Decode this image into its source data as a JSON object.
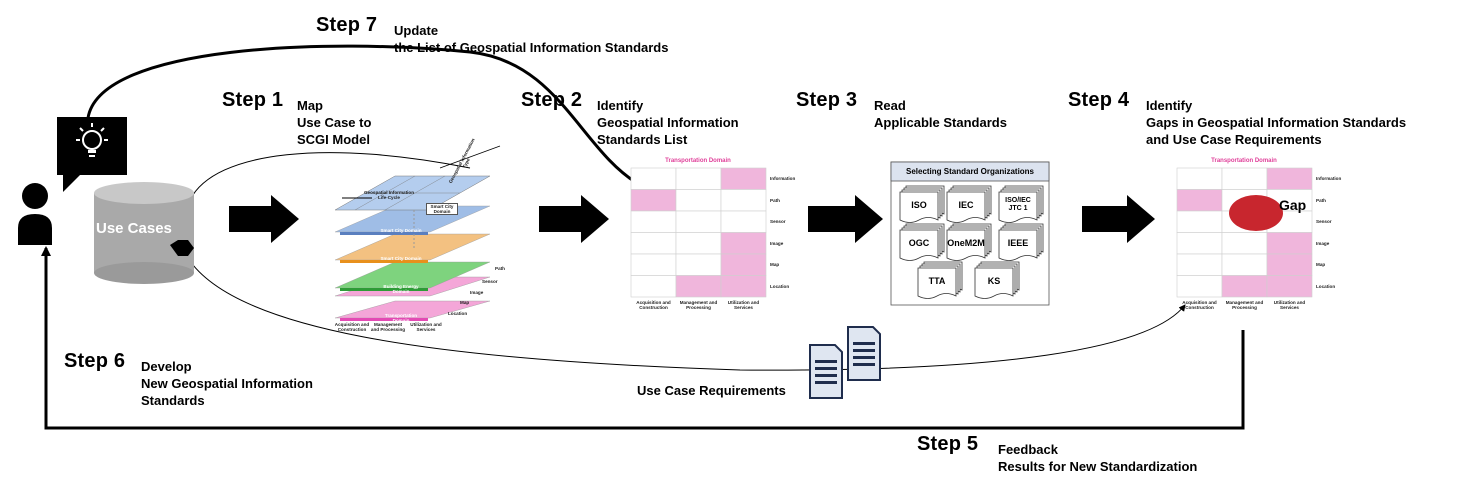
{
  "steps": [
    {
      "num": "Step 1",
      "lines": [
        "Map",
        "Use Case to",
        "SCGI Model"
      ]
    },
    {
      "num": "Step 2",
      "lines": [
        "Identify",
        "Geospatial Information",
        "Standards List"
      ]
    },
    {
      "num": "Step 3",
      "lines": [
        "Read",
        "Applicable Standards"
      ]
    },
    {
      "num": "Step 4",
      "lines": [
        "Identify",
        "Gaps in Geospatial Information Standards",
        "and Use Case Requirements"
      ]
    },
    {
      "num": "Step 5",
      "lines": [
        "Feedback",
        "Results for New Standardization"
      ]
    },
    {
      "num": "Step 6",
      "lines": [
        "Develop",
        "New Geospatial Information",
        "Standards"
      ]
    },
    {
      "num": "Step 7",
      "lines": [
        "Update",
        "the List of Geospatial Information Standards"
      ]
    }
  ],
  "use_cases_label": "Use Cases",
  "use_case_requirements_label": "Use Case Requirements",
  "gap_label": "Gap",
  "scgi_model": {
    "lifecycle_label": "Geospatial Information Life-Cycle",
    "smart_city_domain_label": "Smart City Domain",
    "info_type_label": "Geospatial Information Type",
    "layers": [
      "Smart City Domain",
      "Smart City Domain",
      "Smart City Domain",
      "Building Energy Domain",
      "Transportation Domain"
    ],
    "side_labels": [
      "Path",
      "Sensor",
      "Image",
      "Map",
      "Location"
    ],
    "bottom_labels": [
      "Acquisition and Construction",
      "Management and Processing",
      "Utilization and Services"
    ]
  },
  "matrix": {
    "title": "Transportation Domain",
    "rows": [
      "Information",
      "Path",
      "Sensor",
      "Image",
      "Map",
      "Location"
    ],
    "columns": [
      "Acquisition and Construction",
      "Management and Processing",
      "Utilization and Services"
    ],
    "filled_cells": [
      [
        0,
        2
      ],
      [
        1,
        0
      ],
      [
        3,
        2
      ],
      [
        4,
        2
      ],
      [
        5,
        1
      ],
      [
        5,
        2
      ]
    ]
  },
  "standard_orgs": {
    "title": "Selecting Standard Organizations",
    "orgs": [
      "ISO",
      "IEC",
      "ISO/IEC JTC 1",
      "OGC",
      "OneM2M",
      "IEEE",
      "TTA",
      "KS"
    ]
  },
  "colors": {
    "pink": "#f0b6dc",
    "pink_title": "#e0409a",
    "gap_red": "#c8262e",
    "cylinder": "#a9a9a9",
    "orgs_panel": "#dce3ef",
    "doc_blue": "#dfe6f1"
  }
}
